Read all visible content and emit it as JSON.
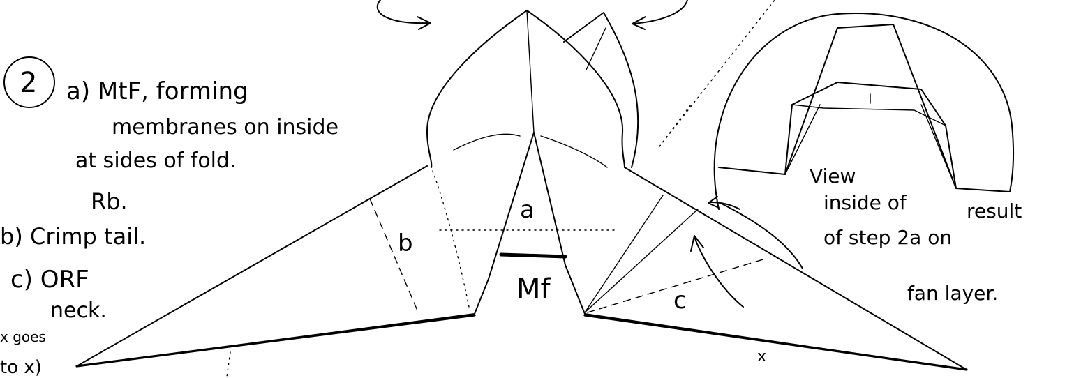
{
  "step": {
    "number": "2",
    "line1": "a) MtF, forming",
    "line2": "membranes on inside",
    "line3": "at sides of fold.",
    "line4": "Rb.",
    "line5": "b) Crimp tail.",
    "line6": "c) ORF",
    "line7": "neck.",
    "line8": "x goes",
    "line9": "to x)"
  },
  "labels": {
    "a": "a",
    "b": "b",
    "mf": "Mf",
    "c": "c",
    "x": "x"
  },
  "inset": {
    "line1": "View",
    "line2": "inside of",
    "line3": "result",
    "line4": "of step 2a on",
    "line5": "fan layer."
  }
}
